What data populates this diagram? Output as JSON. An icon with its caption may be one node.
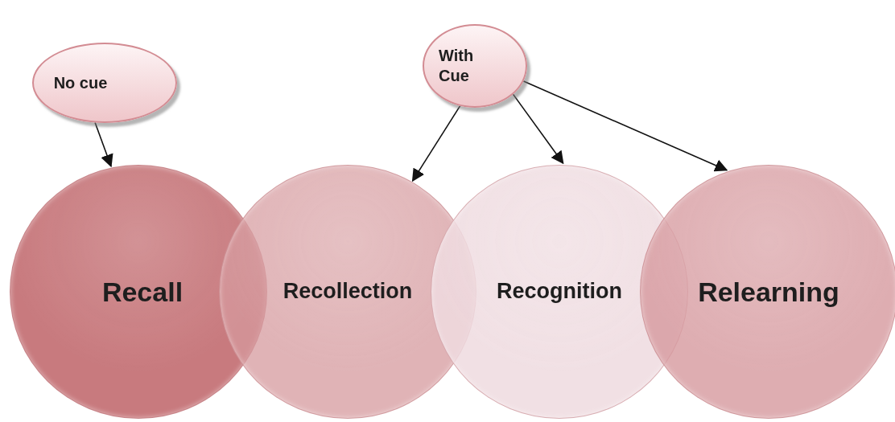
{
  "diagram": {
    "nodes": [
      {
        "text": [
          "No cue"
        ]
      },
      {
        "text": [
          "With Cue"
        ]
      },
      {
        "text": [
          "Recall"
        ]
      },
      {
        "text": [
          "Recollection"
        ]
      },
      {
        "text": [
          "Recognition"
        ]
      },
      {
        "text": [
          "Relearning"
        ]
      }
    ],
    "edges": [
      {
        "from": 0,
        "to": 2,
        "arrow": "to"
      },
      {
        "from": 1,
        "to": 3,
        "arrow": "to"
      },
      {
        "from": 1,
        "to": 4,
        "arrow": "to"
      },
      {
        "from": 1,
        "to": 5,
        "arrow": "to"
      }
    ]
  }
}
